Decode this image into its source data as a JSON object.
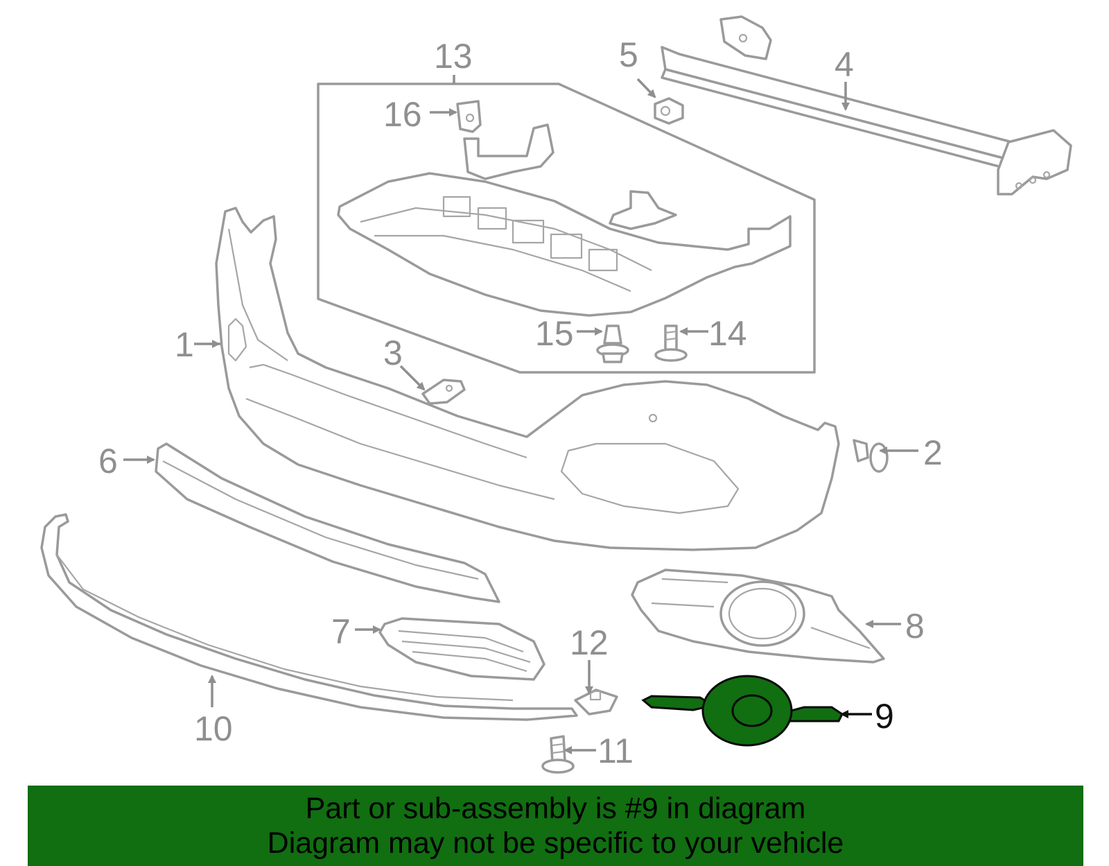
{
  "callouts": {
    "c1": "1",
    "c2": "2",
    "c3": "3",
    "c4": "4",
    "c5": "5",
    "c6": "6",
    "c7": "7",
    "c8": "8",
    "c9": "9",
    "c10": "10",
    "c11": "11",
    "c12": "12",
    "c13": "13",
    "c14": "14",
    "c15": "15",
    "c16": "16"
  },
  "highlighted_part": "9",
  "colors": {
    "highlight": "#116e11",
    "line": "#9a9a9a",
    "banner": "#116e11"
  },
  "banner": {
    "line1": "Part or sub-assembly is #9 in diagram",
    "line2": "Diagram may not be specific to your vehicle"
  }
}
